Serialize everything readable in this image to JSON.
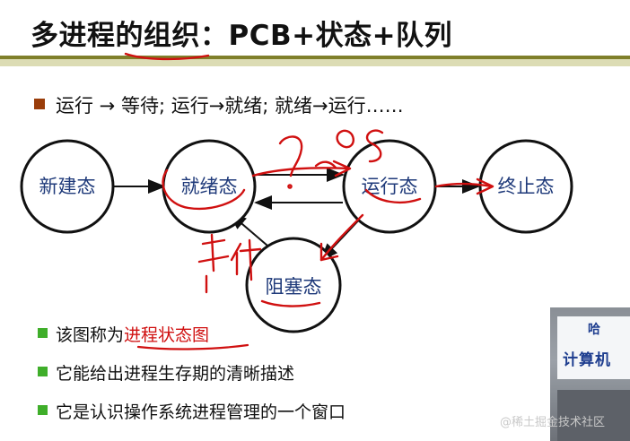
{
  "title": "多进程的组织：PCB+状态+队列",
  "main_bullet": "运行 → 等待; 运行→就绪; 就绪→运行……",
  "nodes": {
    "new": "新建态",
    "ready": "就绪态",
    "running": "运行态",
    "terminated": "终止态",
    "blocked": "阻塞态"
  },
  "sub_bullets": [
    {
      "prefix": "该图称为",
      "highlight": "进程状态图",
      "suffix": ""
    },
    {
      "prefix": "它能给出进程生存期的清晰描述",
      "highlight": "",
      "suffix": ""
    },
    {
      "prefix": "它是认识操作系统进程管理的一个窗口",
      "highlight": "",
      "suffix": ""
    }
  ],
  "video": {
    "line1": "哈",
    "line2": "计算机"
  },
  "watermark": "@稀土掘金技术社区",
  "colors": {
    "title_rule": "#7f7f2a",
    "bullet_brown": "#9a3d0a",
    "bullet_green": "#3fae2a",
    "node_text": "#1f3a7a",
    "annotation_red": "#d01010",
    "highlight_red": "#d01010"
  }
}
